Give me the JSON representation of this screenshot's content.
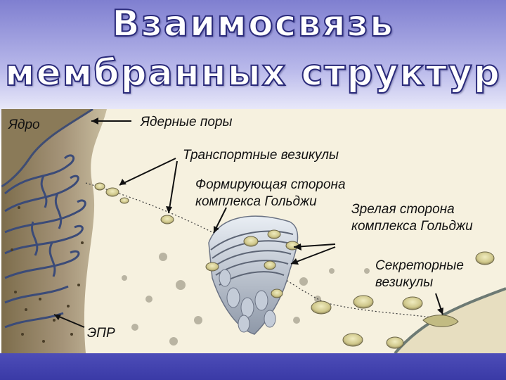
{
  "title": {
    "line1": "Взаимосвязь",
    "line2": "мембранных структур"
  },
  "labels": {
    "nucleus": "Ядро",
    "nuclear_pores": "Ядерные поры",
    "transport_vesicles": "Транспортные везикулы",
    "forming_side_1": "Формирующая сторона",
    "forming_side_2": "комплекса Гольджи",
    "mature_side_1": "Зрелая сторона",
    "mature_side_2": "комплекса Гольджи",
    "secretory_1": "Секреторные",
    "secretory_2": "везикулы",
    "er": "ЭПР"
  },
  "colors": {
    "header_top": "#7f7fd0",
    "bottom_band": "#3a3aa6",
    "title_stroke": "#2a2a7a",
    "cytoplasm": "#f6f1df",
    "er_tan": "#9c8a62",
    "vesicle_fill": "#d6d08a"
  }
}
